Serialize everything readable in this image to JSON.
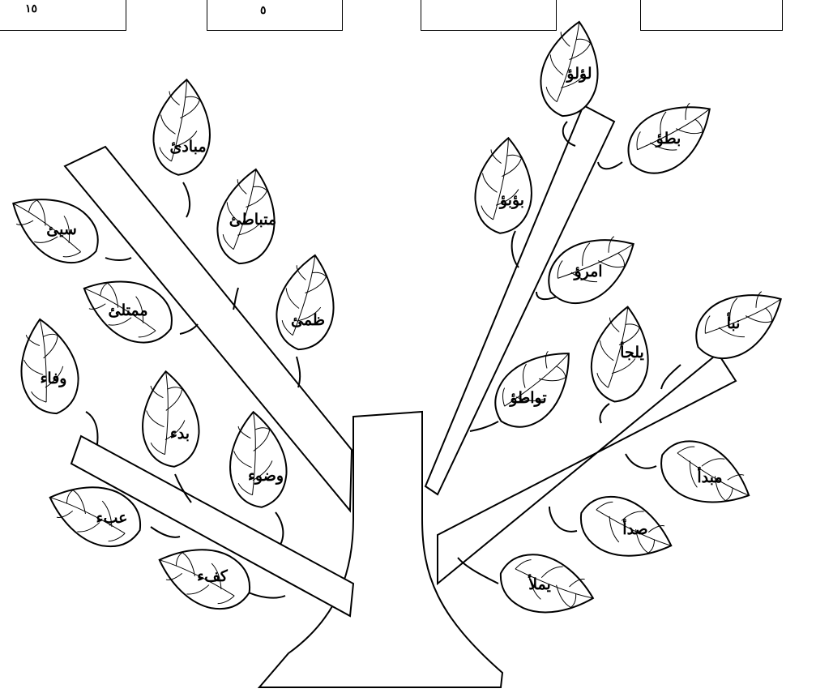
{
  "header_boxes": [
    {
      "id": "box-1",
      "text": "١٥"
    },
    {
      "id": "box-2",
      "text": "٥"
    },
    {
      "id": "box-3",
      "text": ""
    },
    {
      "id": "box-4",
      "text": ""
    }
  ],
  "leaves": [
    {
      "word": "لؤلؤ"
    },
    {
      "word": "بطؤ"
    },
    {
      "word": "بؤبؤ"
    },
    {
      "word": "امرؤ"
    },
    {
      "word": "نبأ"
    },
    {
      "word": "يلجأ"
    },
    {
      "word": "تواطؤ"
    },
    {
      "word": "مبدأ"
    },
    {
      "word": "صدأ"
    },
    {
      "word": "يملأ"
    },
    {
      "word": "مبادئ"
    },
    {
      "word": "متباطئ"
    },
    {
      "word": "سيئ"
    },
    {
      "word": "ممتلئ"
    },
    {
      "word": "ظمئ"
    },
    {
      "word": "وفاء"
    },
    {
      "word": "بدء"
    },
    {
      "word": "وضوء"
    },
    {
      "word": "عبء"
    },
    {
      "word": "كفء"
    }
  ]
}
